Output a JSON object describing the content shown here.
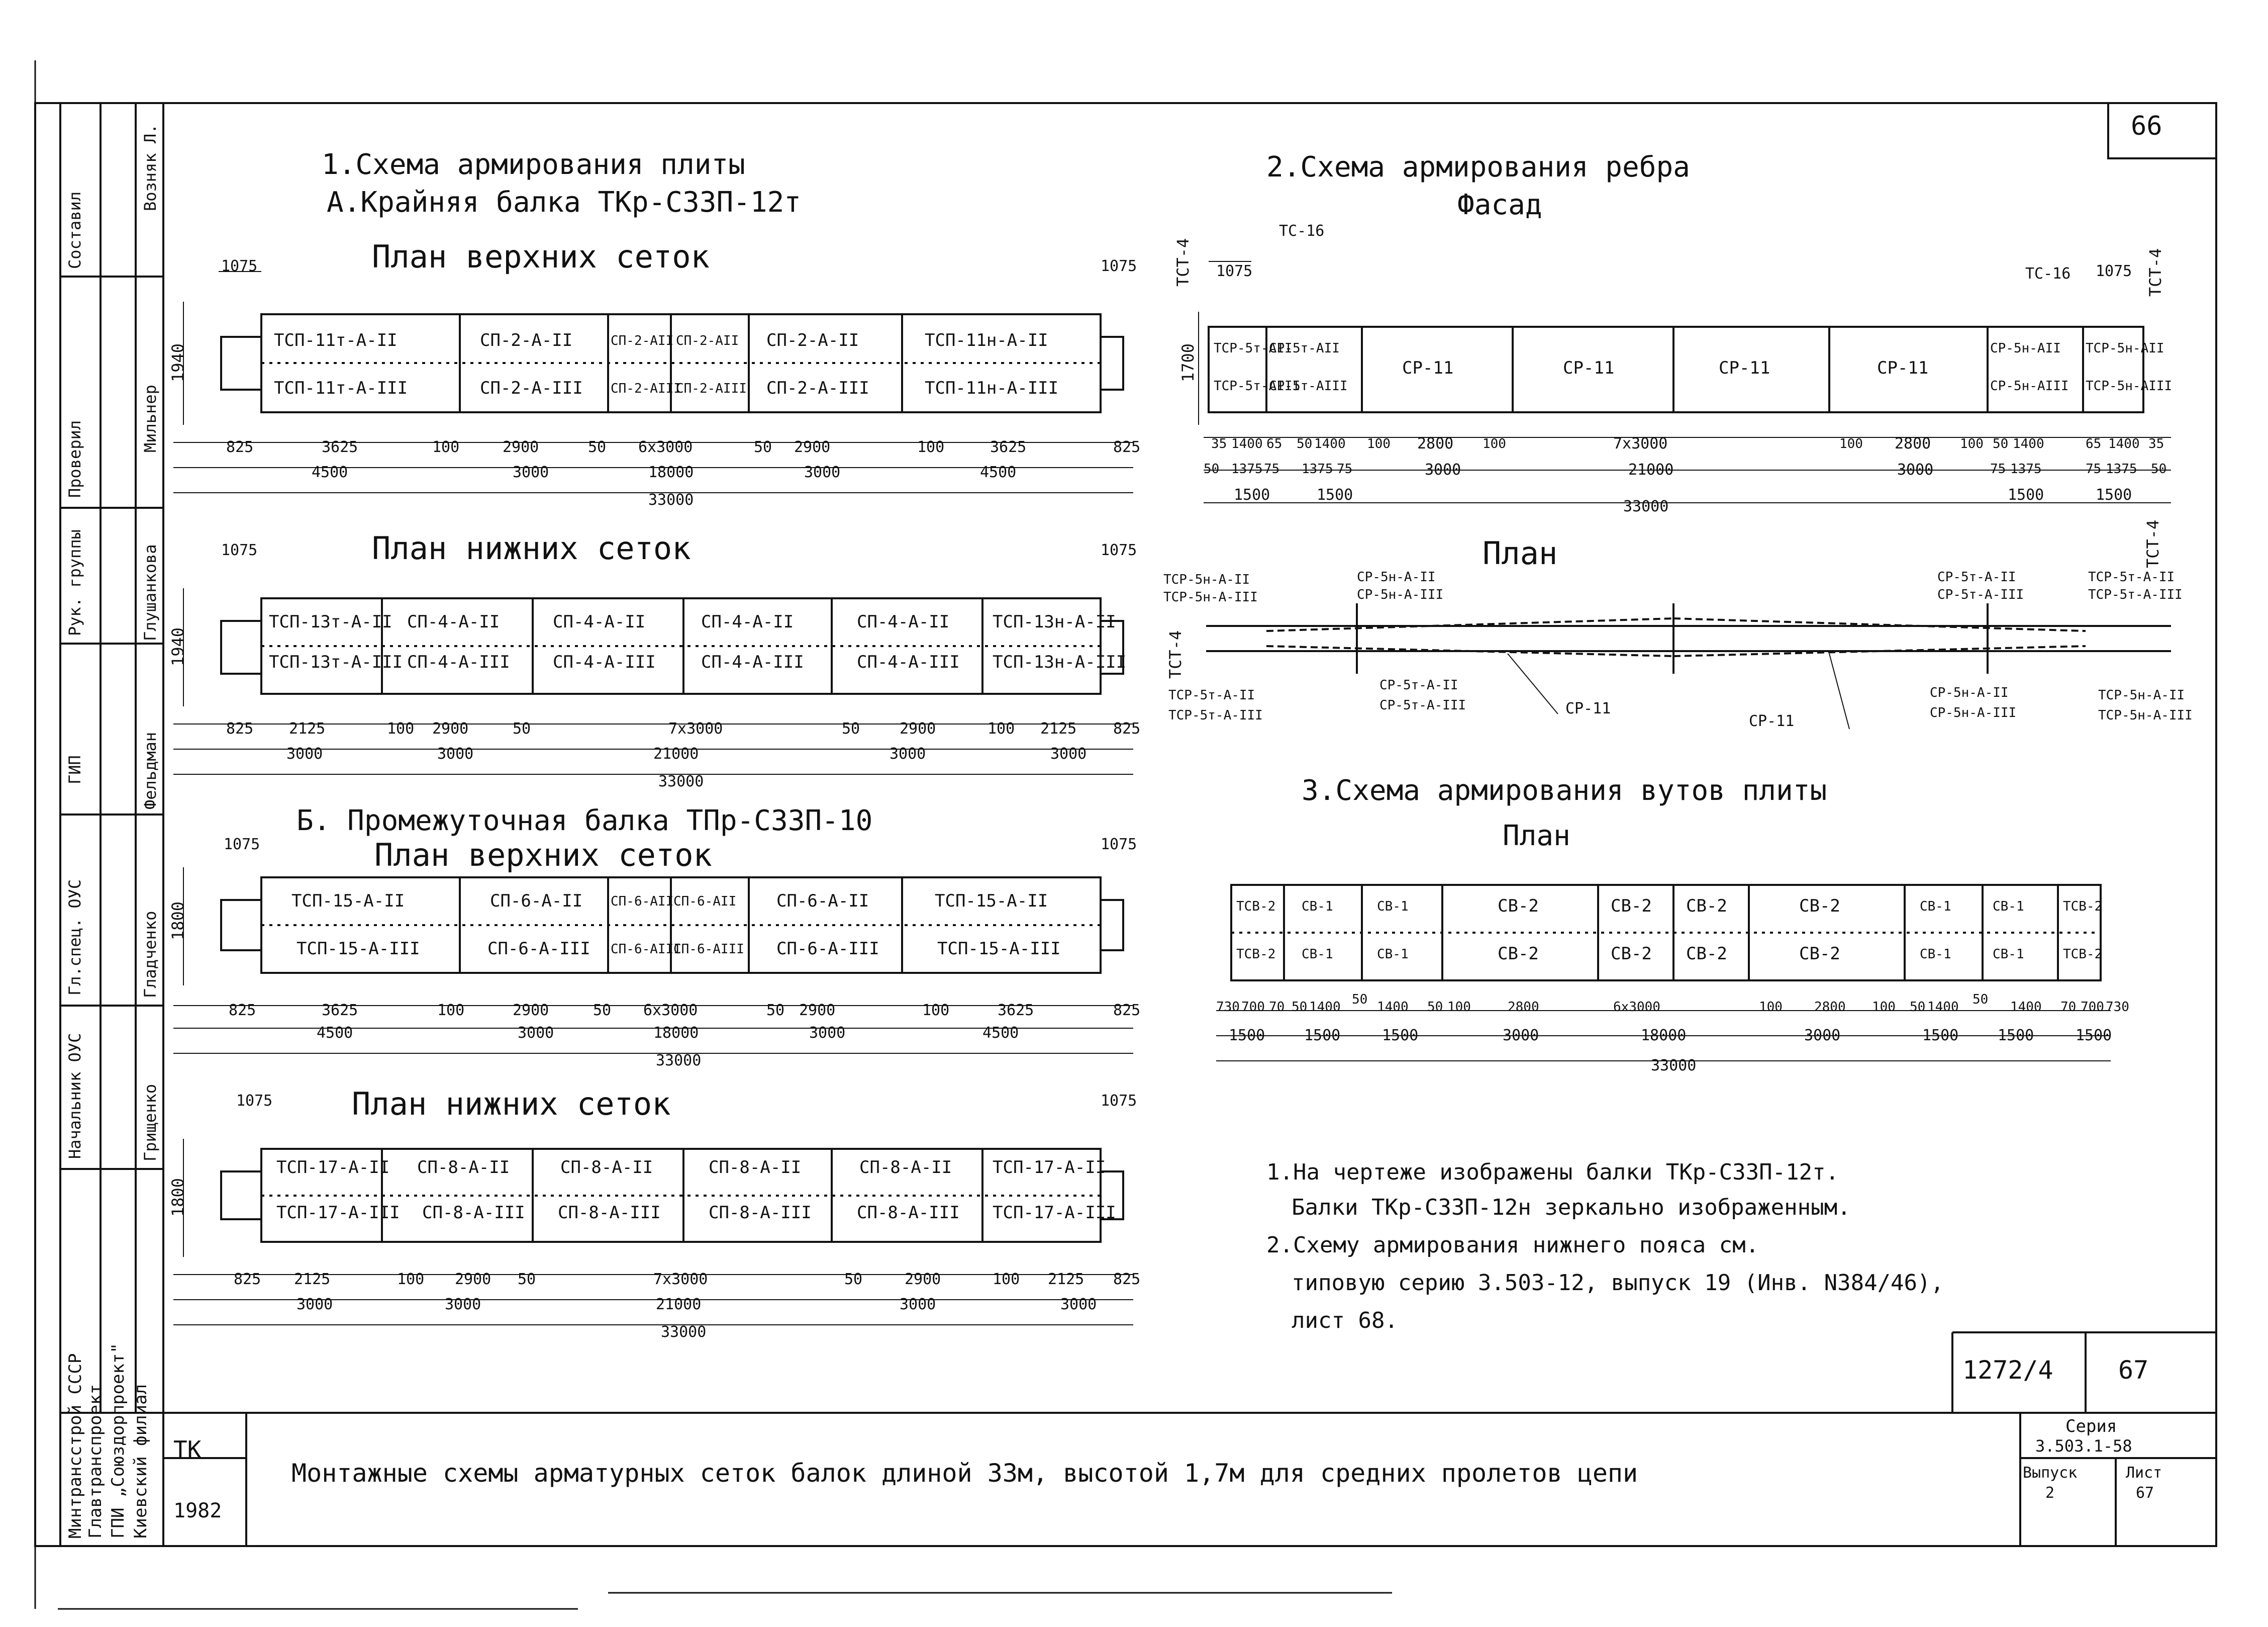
{
  "sheet_number": "66",
  "sheet_bottom_number": "67",
  "ref_number": "1272/4",
  "frame": {
    "stamp_code": "ТК",
    "year": "1982",
    "title": "Монтажные схемы арматурных сеток балок длиной 33м, высотой 1,7м для средних пролетов цепи",
    "series_label": "Серия",
    "series_value": "3.503.1-58",
    "issue_label": "Выпуск",
    "issue_value": "2",
    "sheet_label": "Лист",
    "sheet_value": "67",
    "org_lines": [
      "Минтрансстрой СССР",
      "Главтранспроект",
      "ГПИ „Союздорпроект\"",
      "Киевский филиал"
    ],
    "roles": [
      {
        "role": "Составил",
        "name": "Возняк Л."
      },
      {
        "role": "Проверил",
        "name": "Мильнер"
      },
      {
        "role": "Рук. группы",
        "name": "Глушанкова"
      },
      {
        "role": "ГИП",
        "name": "Фельдман"
      },
      {
        "role": "Гл.спец. ОУС",
        "name": "Гладченко"
      },
      {
        "role": "Начальник ОУС",
        "name": "Грищенко"
      }
    ]
  },
  "section1": {
    "title": "1.Схема армирования плиты",
    "subtitle_a": "А.Крайняя балка ТКр-С33П-12т",
    "top_plan": {
      "title": "План верхних сеток",
      "edge_left": "1075",
      "edge_right": "1075",
      "height": "1940",
      "row1": [
        "ТСП-11т-А-II",
        "СП-2-А-II",
        "СП-2-АII",
        "СП-2-АII",
        "СП-2-А-II",
        "ТСП-11н-А-II"
      ],
      "row2": [
        "ТСП-11т-А-III",
        "СП-2-А-III",
        "СП-2-АIII",
        "СП-2-АIII",
        "СП-2-А-III",
        "ТСП-11н-А-III"
      ],
      "dims1": [
        "825",
        "3625",
        "100",
        "2900",
        "50",
        "6x3000",
        "50",
        "2900",
        "100",
        "3625",
        "825"
      ],
      "dims2": [
        "4500",
        "3000",
        "18000",
        "3000",
        "4500"
      ],
      "total": "33000"
    },
    "bottom_plan": {
      "title": "План нижних сеток",
      "edge_left": "1075",
      "edge_right": "1075",
      "height": "1940",
      "row1": [
        "ТСП-13т-А-II",
        "СП-4-А-II",
        "СП-4-А-II",
        "СП-4-А-II",
        "СП-4-А-II",
        "ТСП-13н-А-II"
      ],
      "row2": [
        "ТСП-13т-А-III",
        "СП-4-А-III",
        "СП-4-А-III",
        "СП-4-А-III",
        "СП-4-А-III",
        "ТСП-13н-А-III"
      ],
      "dims1": [
        "825",
        "2125",
        "100",
        "2900",
        "50",
        "7x3000",
        "50",
        "2900",
        "100",
        "2125",
        "825"
      ],
      "dims2": [
        "3000",
        "3000",
        "21000",
        "3000",
        "3000"
      ],
      "total": "33000"
    }
  },
  "section1b": {
    "subtitle_b": "Б. Промежуточная балка ТПр-С33П-10",
    "top_plan": {
      "title": "План верхних сеток",
      "edge_left": "1075",
      "edge_right": "1075",
      "height": "1800",
      "row1": [
        "ТСП-15-А-II",
        "СП-6-А-II",
        "СП-6-АII",
        "СП-6-АII",
        "СП-6-А-II",
        "ТСП-15-А-II"
      ],
      "row2": [
        "ТСП-15-А-III",
        "СП-6-А-III",
        "СП-6-АIII",
        "СП-6-АIII",
        "СП-6-А-III",
        "ТСП-15-А-III"
      ],
      "dims1": [
        "825",
        "3625",
        "100",
        "2900",
        "50",
        "6x3000",
        "50",
        "2900",
        "100",
        "3625",
        "825"
      ],
      "dims2": [
        "4500",
        "3000",
        "18000",
        "3000",
        "4500"
      ],
      "total": "33000"
    },
    "bottom_plan": {
      "title": "План нижних сеток",
      "edge_left": "1075",
      "edge_right": "1075",
      "height": "1800",
      "row1": [
        "ТСП-17-А-II",
        "СП-8-А-II",
        "СП-8-А-II",
        "СП-8-А-II",
        "СП-8-А-II",
        "ТСП-17-А-II"
      ],
      "row2": [
        "ТСП-17-А-III",
        "СП-8-А-III",
        "СП-8-А-III",
        "СП-8-А-III",
        "СП-8-А-III",
        "ТСП-17-А-III"
      ],
      "dims1": [
        "825",
        "2125",
        "100",
        "2900",
        "50",
        "7x3000",
        "50",
        "2900",
        "100",
        "2125",
        "825"
      ],
      "dims2": [
        "3000",
        "3000",
        "21000",
        "3000",
        "3000"
      ],
      "total": "33000"
    }
  },
  "section2": {
    "title": "2.Схема армирования ребра",
    "facade": "Фасад",
    "labels": {
      "tct4": "ТСТ-4",
      "tc16": "ТС-16",
      "edge": "1075",
      "height": "1700"
    },
    "cells": [
      "ТСР-5т-АII",
      "СР-5т-АII",
      "СР-11",
      "СР-11",
      "СР-11",
      "СР-11",
      "СР-5н-АII",
      "ТСР-5н-АII"
    ],
    "cells_lower": [
      "ТСР-5т-АIII",
      "СР-5т-АIII",
      "",
      "",
      "",
      "",
      "СР-5н-АIII",
      "ТСР-5н-АIII"
    ],
    "dims1": [
      "35",
      "1400",
      "65",
      "50",
      "1400",
      "100",
      "2800",
      "100",
      "7x3000",
      "100",
      "2800",
      "100",
      "50",
      "1400",
      "65",
      "1400",
      "35"
    ],
    "dims1b": [
      "50",
      "1375",
      "75",
      "1375",
      "75",
      "3000",
      "21000",
      "3000",
      "75",
      "1375",
      "75",
      "1375",
      "50"
    ],
    "dims2": [
      "1500",
      "1500",
      "33000",
      "1500",
      "1500"
    ],
    "plan_title": "План",
    "plan_labels": [
      "ТСР-5н-А-II",
      "ТСР-5н-А-III",
      "СР-5н-А-II",
      "СР-5н-А-III",
      "СР-5т-А-II",
      "СР-5т-А-III",
      "ТСР-5т-А-II",
      "ТСР-5т-А-III",
      "СР-11",
      "СР-11",
      "СР-5т-А-II",
      "СР-5т-А-III",
      "ТСР-5т-А-II",
      "ТСР-5т-А-III",
      "СР-5н-А-II",
      "СР-5н-А-III",
      "ТСР-5н-А-II",
      "ТСР-5н-А-III",
      "ТСТ-4",
      "ТСТ-4"
    ]
  },
  "section3": {
    "title": "3.Схема армирования вутов плиты",
    "plan_title": "План",
    "row1": [
      "ТСВ-2",
      "СВ-1",
      "СВ-1",
      "СВ-2",
      "СВ-2",
      "СВ-2",
      "СВ-2",
      "СВ-1",
      "СВ-1",
      "ТСВ-2"
    ],
    "row2": [
      "ТСВ-2",
      "СВ-1",
      "СВ-1",
      "СВ-2",
      "СВ-2",
      "СВ-2",
      "СВ-2",
      "СВ-1",
      "СВ-1",
      "ТСВ-2"
    ],
    "dims1": [
      "730",
      "700",
      "70",
      "50",
      "1400",
      "50",
      "1400",
      "50",
      "100",
      "2800",
      "6x3000",
      "100",
      "2800",
      "100",
      "50",
      "1400",
      "50",
      "1400",
      "70",
      "700",
      "730"
    ],
    "dims2": [
      "1500",
      "1500",
      "1500",
      "3000",
      "18000",
      "3000",
      "1500",
      "1500",
      "1500"
    ],
    "total": "33000"
  },
  "notes": [
    "1.На чертеже изображены балки ТКр-С33П-12т.",
    "Балки ТКр-С33П-12н зеркально изображенным.",
    "2.Схему армирования нижнего пояса см.",
    "типовую серию 3.503-12, выпуск 19 (Инв. N384/46),",
    "лист 68."
  ]
}
